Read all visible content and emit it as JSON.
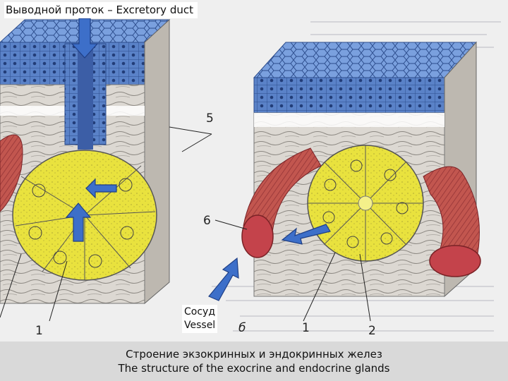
{
  "slide": {
    "title": "Выводной проток – Excretory duct",
    "caption_ru": "Строение экзокринных и эндокринных желез",
    "caption_en": "The structure of the exocrine and endocrine glands"
  },
  "labels": {
    "vessel_ru": "Сосуд",
    "vessel_en": "Vessel",
    "num_1_left": "1",
    "num_5": "5",
    "num_6": "6",
    "num_b": "б",
    "num_1_right": "1",
    "num_2": "2"
  },
  "colors": {
    "epithelium_blue": "#5a82c8",
    "gland_yellow": "#e9e23e",
    "vessel_red": "#b8484a",
    "tissue_gray": "#d6d2cc",
    "arrow_blue": "#3d6fc9",
    "caption_bar": "#d9d9d9"
  },
  "icons": [
    "arrow-down-icon",
    "arrow-left-icon",
    "arrow-up-icon",
    "arrow-into-vessel-icon",
    "arrow-up-right-icon"
  ]
}
